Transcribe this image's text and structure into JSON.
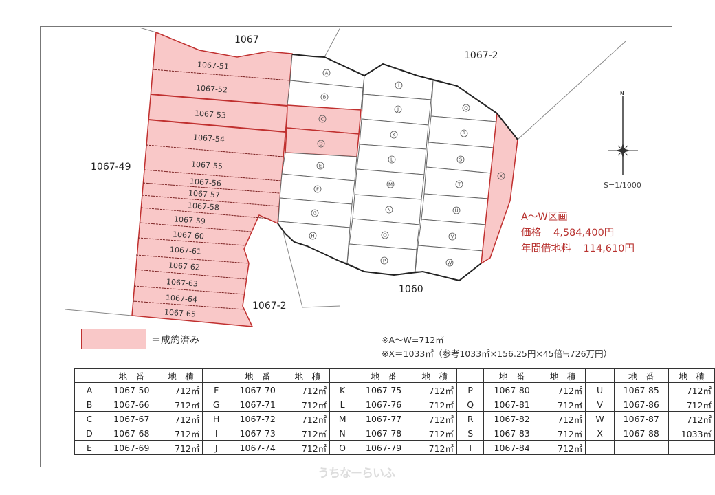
{
  "map": {
    "area_labels": {
      "north": "1067",
      "north_east": "1067-2",
      "west": "1067-49",
      "south_mid": "1067-2",
      "south": "1060"
    },
    "sold_lots": [
      "1067-51",
      "1067-52",
      "1067-53",
      "1067-54",
      "1067-55",
      "1067-56",
      "1067-57",
      "1067-58",
      "1067-59",
      "1067-60",
      "1067-61",
      "1067-62",
      "1067-63",
      "1067-64",
      "1067-65"
    ],
    "block_letters": [
      "A",
      "B",
      "C",
      "D",
      "E",
      "F",
      "G",
      "H",
      "I",
      "J",
      "K",
      "L",
      "M",
      "N",
      "O",
      "P",
      "Q",
      "R",
      "S",
      "T",
      "U",
      "V",
      "W",
      "X"
    ],
    "sold_blocks": [
      "C",
      "D",
      "X"
    ],
    "compass_north": "N",
    "scale": "S=1/1000"
  },
  "price_box": {
    "title": "A～W区画",
    "price_label": "価格",
    "price_value": "4,584,400円",
    "rent_label": "年間借地料",
    "rent_value": "114,610円"
  },
  "legend": {
    "label": "＝成約済み"
  },
  "notes": [
    "※A～W=712㎡",
    "※X＝1033㎡（参考1033㎡×156.25円×45倍≒726万円）"
  ],
  "table": {
    "headers": {
      "lot_number": "地　番",
      "area": "地　積"
    },
    "groups": [
      [
        [
          "A",
          "1067-50",
          "712㎡"
        ],
        [
          "B",
          "1067-66",
          "712㎡"
        ],
        [
          "C",
          "1067-67",
          "712㎡"
        ],
        [
          "D",
          "1067-68",
          "712㎡"
        ],
        [
          "E",
          "1067-69",
          "712㎡"
        ]
      ],
      [
        [
          "F",
          "1067-70",
          "712㎡"
        ],
        [
          "G",
          "1067-71",
          "712㎡"
        ],
        [
          "H",
          "1067-72",
          "712㎡"
        ],
        [
          "I",
          "1067-73",
          "712㎡"
        ],
        [
          "J",
          "1067-74",
          "712㎡"
        ]
      ],
      [
        [
          "K",
          "1067-75",
          "712㎡"
        ],
        [
          "L",
          "1067-76",
          "712㎡"
        ],
        [
          "M",
          "1067-77",
          "712㎡"
        ],
        [
          "N",
          "1067-78",
          "712㎡"
        ],
        [
          "O",
          "1067-79",
          "712㎡"
        ]
      ],
      [
        [
          "P",
          "1067-80",
          "712㎡"
        ],
        [
          "Q",
          "1067-81",
          "712㎡"
        ],
        [
          "R",
          "1067-82",
          "712㎡"
        ],
        [
          "S",
          "1067-83",
          "712㎡"
        ],
        [
          "T",
          "1067-84",
          "712㎡"
        ]
      ],
      [
        [
          "U",
          "1067-85",
          "712㎡"
        ],
        [
          "V",
          "1067-86",
          "712㎡"
        ],
        [
          "W",
          "1067-87",
          "712㎡"
        ],
        [
          "X",
          "1067-88",
          "1033㎡"
        ],
        [
          "",
          "",
          ""
        ]
      ]
    ]
  },
  "watermark": "うちなーらいふ",
  "colors": {
    "sold_fill": "#f9c8c8",
    "sold_stroke": "#c0302f",
    "price_text": "#b8322f"
  }
}
